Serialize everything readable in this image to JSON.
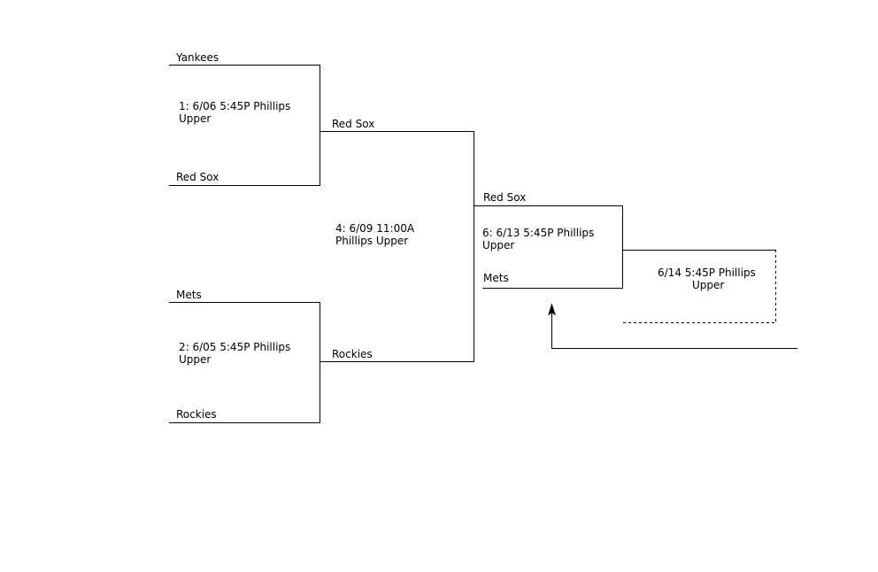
{
  "bracket": {
    "round1": {
      "game1": {
        "team_top": "Yankees",
        "team_bottom": "Red Sox",
        "info_line1": "1: 6/06 5:45P Phillips",
        "info_line2": "Upper"
      },
      "game2": {
        "team_top": "Mets",
        "team_bottom": "Rockies",
        "info_line1": "2: 6/05 5:45P Phillips",
        "info_line2": "Upper"
      }
    },
    "round2": {
      "game4": {
        "team_top": "Red Sox",
        "team_bottom": "Rockies",
        "info_line1": "4: 6/09 11:00A",
        "info_line2": "Phillips Upper"
      }
    },
    "round3": {
      "game6": {
        "team_top": "Red Sox",
        "team_bottom": "Mets",
        "info_line1": "6: 6/13 5:45P Phillips",
        "info_line2": "Upper"
      }
    },
    "final": {
      "info_line1": "6/14 5:45P Phillips",
      "info_line2": "Upper"
    }
  }
}
